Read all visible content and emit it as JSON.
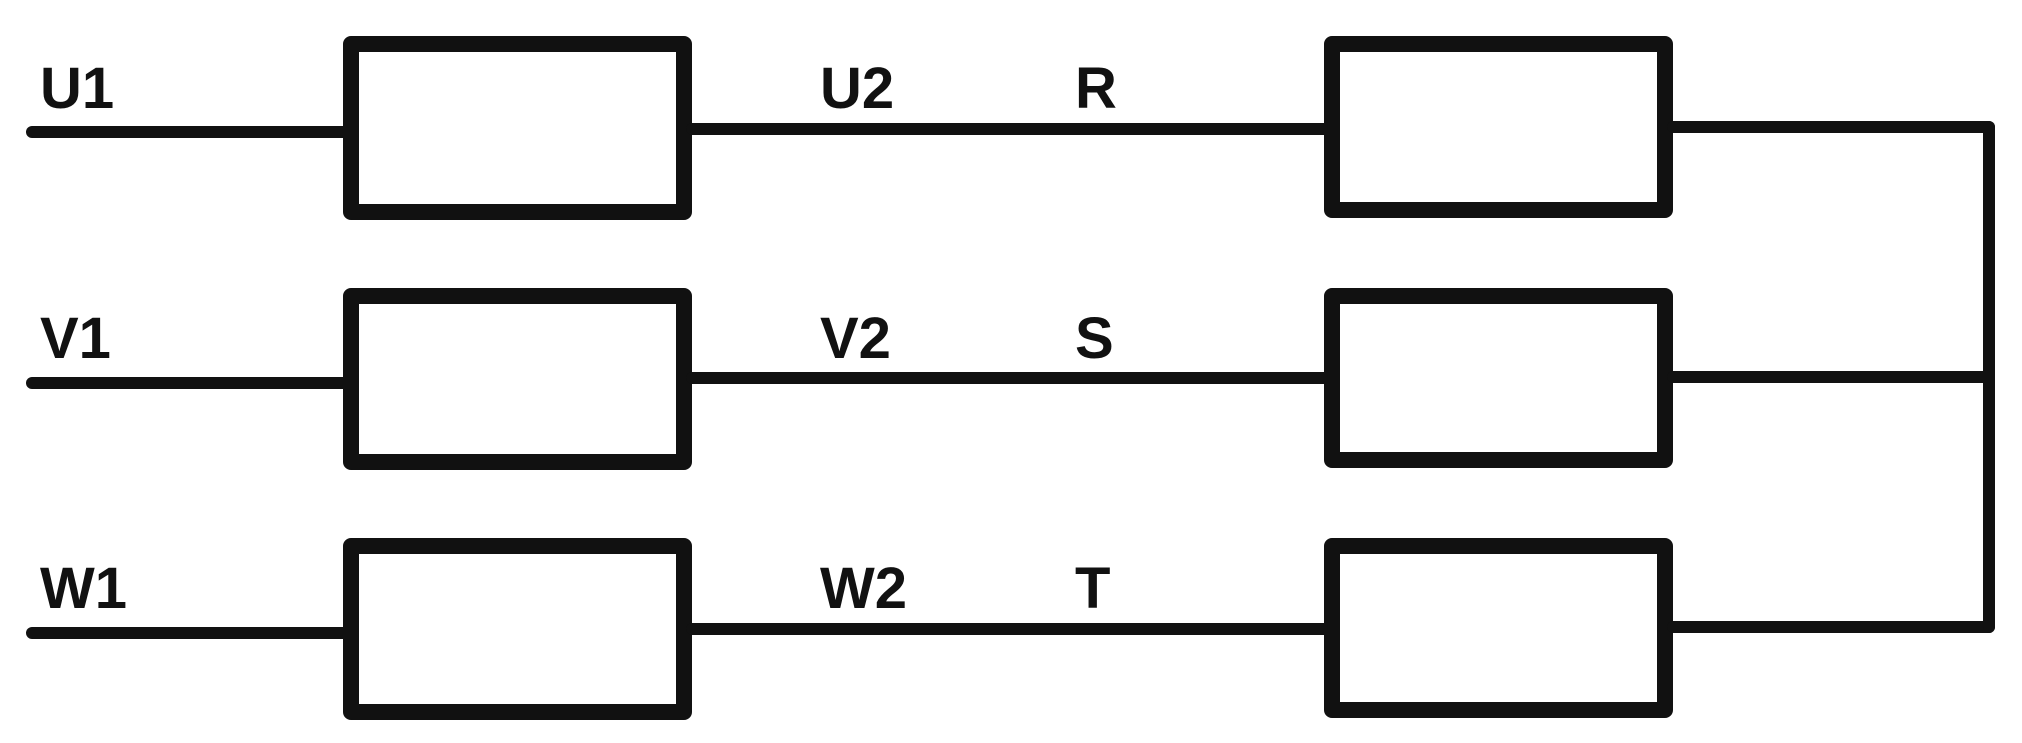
{
  "diagram": {
    "rows": [
      {
        "input_label": "U1",
        "mid_label": "U2",
        "phase_label": "R"
      },
      {
        "input_label": "V1",
        "mid_label": "V2",
        "phase_label": "S"
      },
      {
        "input_label": "W1",
        "mid_label": "W2",
        "phase_label": "T"
      }
    ]
  },
  "colors": {
    "line": "#111111",
    "background": "#ffffff"
  }
}
